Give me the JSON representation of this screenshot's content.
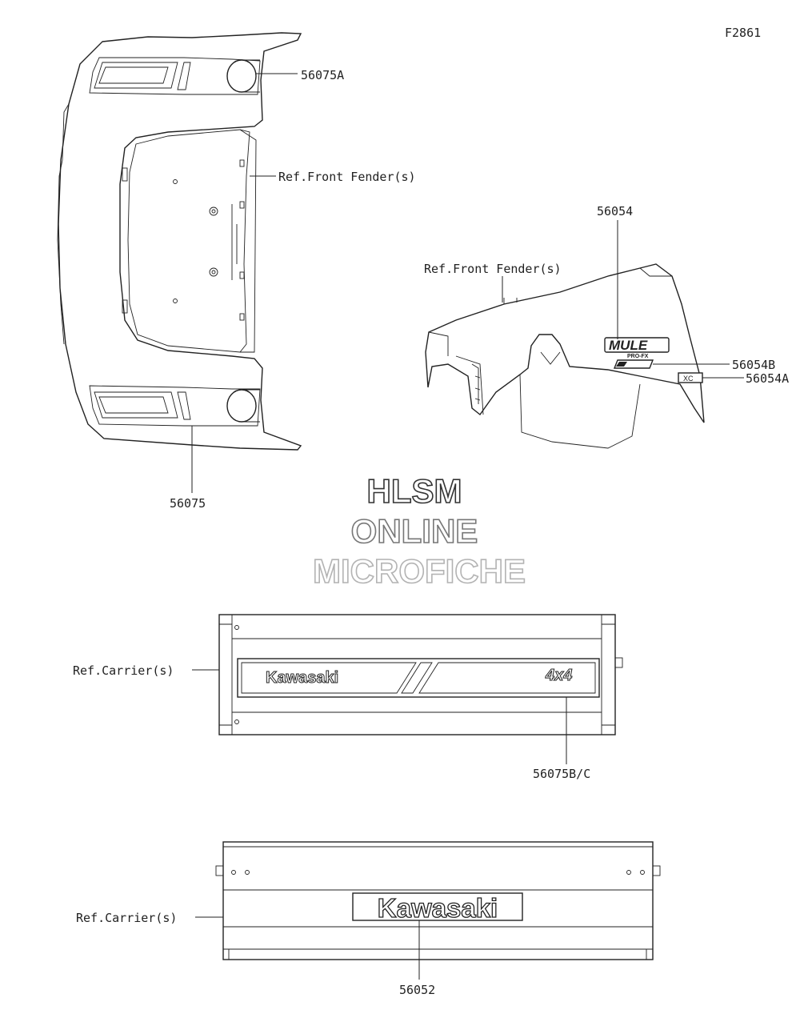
{
  "figure_code": "F2861",
  "watermark": {
    "line1": "HLSM",
    "line2": "ONLINE",
    "line3": "MICROFICHE"
  },
  "callouts": {
    "front_top_decal": "56075A",
    "ref_front_fender_top": "Ref.Front Fender(s)",
    "front_bottom_decal": "56075",
    "side_logo": "56054",
    "ref_front_fender_side": "Ref.Front Fender(s)",
    "side_small_decal": "56054B",
    "side_tiny_decal": "56054A",
    "ref_carrier_upper": "Ref.Carrier(s)",
    "carrier_upper_decal": "56075B/C",
    "ref_carrier_lower": "Ref.Carrier(s)",
    "carrier_lower_decal": "56052"
  },
  "decal_text": {
    "brand_small": "Kawasaki",
    "badge_4x4": "4x4",
    "brand_large": "Kawasaki",
    "mule_logo": "MULE",
    "mule_sub": "PRO-FX",
    "mule_badge": "XC"
  },
  "colors": {
    "line": "#222222",
    "watermark_line1": "#333333",
    "watermark_line2": "#777777",
    "watermark_line3": "#b3b3b3"
  }
}
